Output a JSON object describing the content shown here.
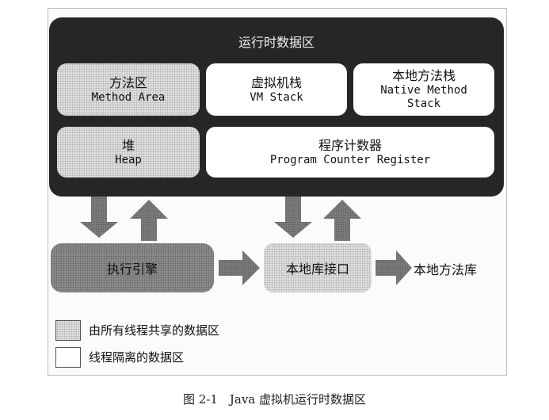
{
  "runtime_area": {
    "title": "运行时数据区"
  },
  "method_area": {
    "cn": "方法区",
    "en": "Method Area"
  },
  "vm_stack": {
    "cn": "虚拟机栈",
    "en": "VM Stack"
  },
  "native_stack": {
    "cn": "本地方法栈",
    "en_line1": "Native Method",
    "en_line2": "Stack"
  },
  "heap": {
    "cn": "堆",
    "en": "Heap"
  },
  "pc_register": {
    "cn": "程序计数器",
    "en": "Program Counter Register"
  },
  "execution_engine": {
    "label": "执行引擎"
  },
  "native_interface": {
    "label": "本地库接口"
  },
  "native_library": {
    "label": "本地方法库"
  },
  "legend": {
    "shared": "由所有线程共享的数据区",
    "isolated": "线程隔离的数据区"
  },
  "caption": "图 2-1　Java 虚拟机运行时数据区",
  "colors": {
    "runtime_bg": "#262626",
    "shared_fill": "#e2e2e2",
    "engine_fill": "#8f8f8f",
    "arrow_fill": "#707070"
  }
}
